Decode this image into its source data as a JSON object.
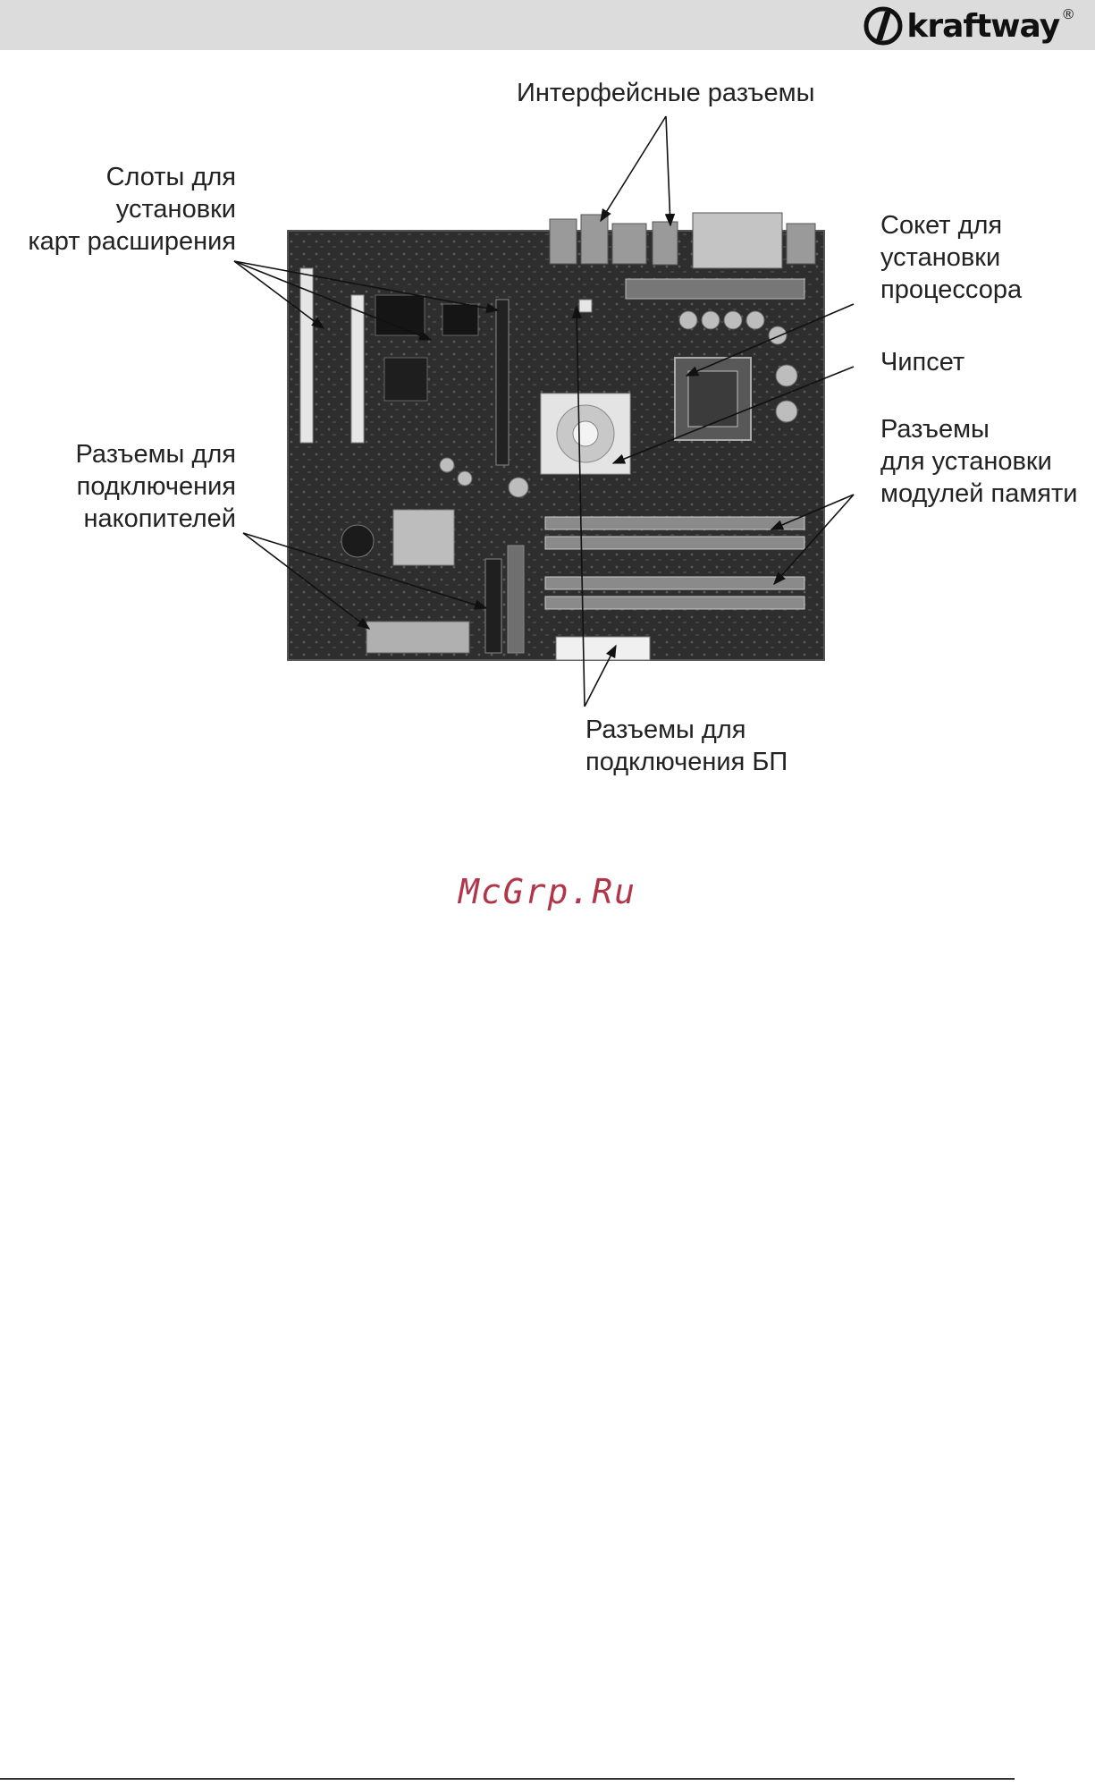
{
  "header": {
    "brand": "kraftway",
    "reg_mark": "®"
  },
  "labels": {
    "interfaces": "Интерфейсные разъемы",
    "slots": [
      "Слоты для",
      "установки",
      "карт расширения"
    ],
    "drives": [
      "Разъемы для",
      "подключения",
      "накопителей"
    ],
    "socket": [
      "Сокет для",
      "установки",
      "процессора"
    ],
    "chipset": "Чипсет",
    "memory": [
      "Разъемы",
      "для установки",
      "модулей памяти"
    ],
    "psu": [
      "Разъемы для",
      "подключения БП"
    ]
  },
  "watermark": "McGrp.Ru",
  "colors": {
    "header_bg": "#dcdcdc",
    "board_dark": "#2b2b2b",
    "watermark": "#b0364a"
  }
}
